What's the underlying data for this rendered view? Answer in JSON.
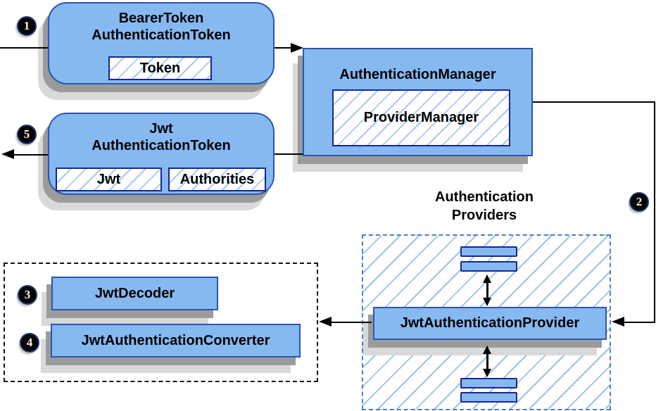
{
  "diagram": {
    "bearer_token": {
      "title_line1": "BearerToken",
      "title_line2": "AuthenticationToken",
      "chip": "Token"
    },
    "authentication_manager": {
      "title": "AuthenticationManager",
      "inner": "ProviderManager"
    },
    "jwt_authentication_token": {
      "title_line1": "Jwt",
      "title_line2": "AuthenticationToken",
      "chip1": "Jwt",
      "chip2": "Authorities"
    },
    "authentication_providers": {
      "caption_line1": "Authentication",
      "caption_line2": "Providers",
      "provider": "JwtAuthenticationProvider"
    },
    "converter_group": {
      "decoder": "JwtDecoder",
      "converter": "JwtAuthenticationConverter"
    },
    "steps": {
      "step1": "1",
      "step2": "2",
      "step3": "3",
      "step4": "4",
      "step5": "5"
    },
    "colors": {
      "node_fill": "#87b9f1",
      "node_border": "#2b55b0",
      "chip_border": "#16278f",
      "hatch_line": "#a9c9ef",
      "dashed_blue_border": "#4b80c4",
      "dashed_black_border": "#111111",
      "arrow": "#000000",
      "shadow_dark": "#9b9b9b",
      "shadow_light": "#d9d9d9",
      "badge_background": "#050505",
      "badge_text": "#f8f1e2",
      "background": "#ffffff"
    }
  }
}
